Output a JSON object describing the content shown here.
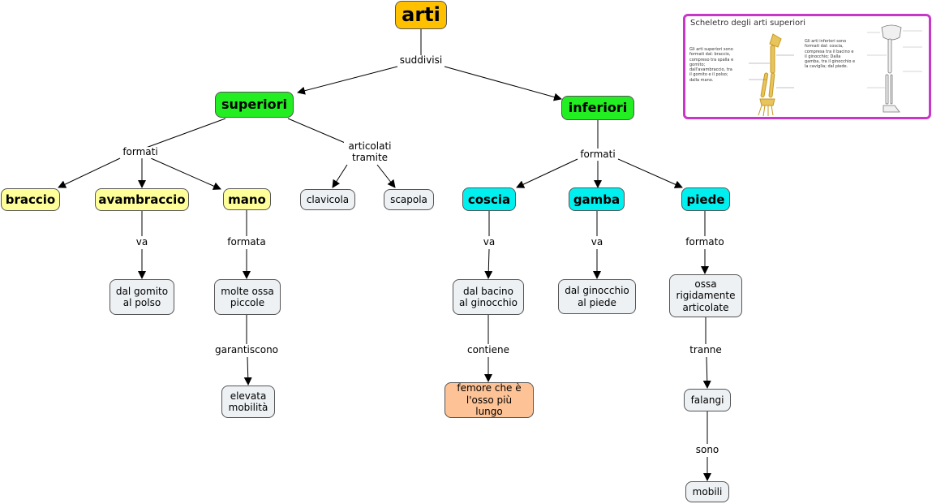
{
  "colors": {
    "root": "#ffc000",
    "green": "#22ee22",
    "cyan": "#00f0f0",
    "yellow": "#ffff99",
    "grey": "#edf1f4",
    "peach": "#fdc295",
    "thumb_border": "#c838c8"
  },
  "nodes": {
    "arti": "arti",
    "superiori": "superiori",
    "inferiori": "inferiori",
    "braccio": "braccio",
    "avambraccio": "avambraccio",
    "mano": "mano",
    "clavicola": "clavicola",
    "scapola": "scapola",
    "coscia": "coscia",
    "gamba": "gamba",
    "piede": "piede",
    "gomito_polso": "dal gomito al polso",
    "molte_ossa": "molte ossa piccole",
    "elevata": "elevata mobilità",
    "bacino": "dal bacino al ginocchio",
    "femore": "femore che è l'osso più lungo",
    "ginocchio_piede": "dal ginocchio al piede",
    "ossa_rig": "ossa rigidamente articolate",
    "falangi": "falangi",
    "mobili": "mobili"
  },
  "links": {
    "suddivisi": "suddivisi",
    "formati_sup": "formati",
    "articolati": "articolati tramite",
    "formati_inf": "formati",
    "va_avamb": "va",
    "formata": "formata",
    "garantiscono": "garantiscono",
    "va_coscia": "va",
    "contiene": "contiene",
    "va_gamba": "va",
    "formato": "formato",
    "tranne": "tranne",
    "sono": "sono"
  },
  "thumbnail": {
    "title": "Scheletro degli arti superiori",
    "text_left": "Gli arti superiori sono formati dal: braccio, compreso tra spalla e gomito; dall'avambraccio, tra il gomito e il polso; dalla mano.",
    "text_right": "Gli arti inferiori sono formati dal: coscia, compresa tra il bacino e il ginocchio; Dalla gamba, tra il ginocchio e la caviglia; dal piede."
  }
}
